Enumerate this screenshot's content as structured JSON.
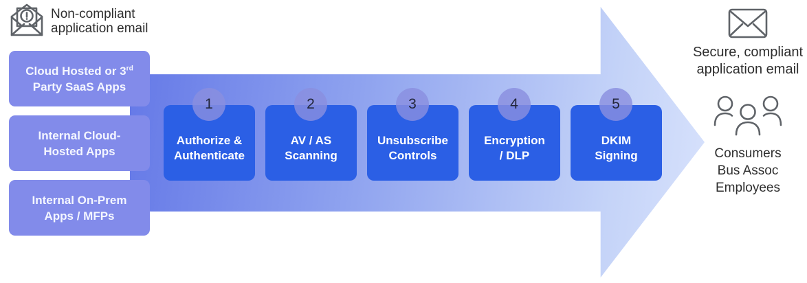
{
  "source_note": {
    "label": "Non-compliant\napplication email"
  },
  "sources": {
    "items": [
      {
        "line1_prefix": "Cloud Hosted or 3",
        "line1_sup": "rd",
        "line2": "Party SaaS Apps",
        "name": "cloud-hosted-3rd-party-saas-apps"
      },
      {
        "label": "Internal Cloud-\nHosted Apps",
        "name": "internal-cloud-hosted-apps"
      },
      {
        "label": "Internal On-Prem\nApps / MFPs",
        "name": "internal-on-prem-apps-mfps"
      }
    ]
  },
  "steps": [
    {
      "number": "1",
      "label": "Authorize &\nAuthenticate"
    },
    {
      "number": "2",
      "label": "AV / AS\nScanning"
    },
    {
      "number": "3",
      "label": "Unsubscribe\nControls"
    },
    {
      "number": "4",
      "label": "Encryption\n/ DLP"
    },
    {
      "number": "5",
      "label": "DKIM\nSigning"
    }
  ],
  "destination": {
    "email_label": "Secure, compliant\napplication email",
    "audience_label": "Consumers\nBus Assoc\nEmployees"
  },
  "colors": {
    "arrow_gradient_start": "#6478e7",
    "arrow_gradient_mid": "#8fa3ef",
    "arrow_gradient_end": "#d8e2fc",
    "source_box_fill": "#828bea",
    "step_box_fill": "#2b5fe5",
    "step_badge_fill": "#8a8fdf",
    "icon_stroke": "#5f6368",
    "text_dark": "#2e2e2e",
    "text_light": "#ffffff"
  }
}
